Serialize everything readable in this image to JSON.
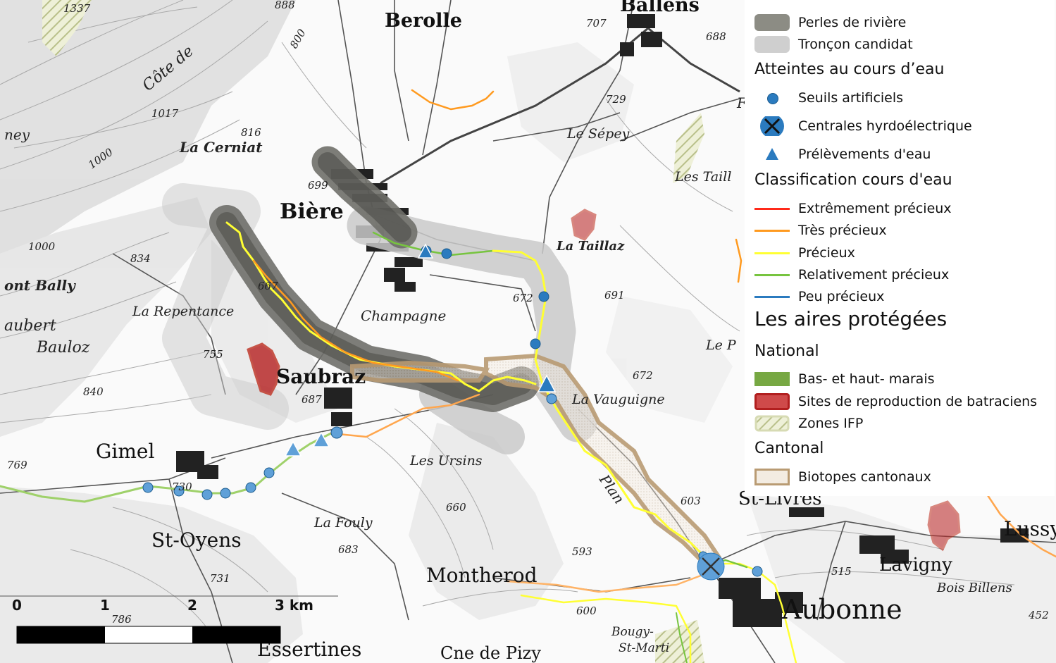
{
  "legend": {
    "items_top": [
      {
        "label": "Perles de rivière",
        "symbol": "dark-band"
      },
      {
        "label": "Tronçon candidat",
        "symbol": "light-band"
      }
    ],
    "atteintes": {
      "title": "Atteintes au cours d’eau",
      "items": [
        {
          "label": "Seuils artificiels",
          "symbol": "blue-dot"
        },
        {
          "label": "Centrales hyrdoélectrique",
          "symbol": "blue-cross-circle"
        },
        {
          "label": "Prélèvements d'eau",
          "symbol": "blue-triangle"
        }
      ]
    },
    "classification": {
      "title": "Classification cours d'eau",
      "items": [
        {
          "label": "Extrêmement précieux",
          "color": "#ff2a1a"
        },
        {
          "label": "Très précieux",
          "color": "#ff9a1f"
        },
        {
          "label": "Précieux",
          "color": "#ffff33"
        },
        {
          "label": "Relativement précieux",
          "color": "#77c43f"
        },
        {
          "label": "Peu précieux",
          "color": "#2b7bbf"
        }
      ]
    },
    "aires": {
      "title": "Les aires protégées",
      "national_title": "National",
      "national_items": [
        {
          "label": "Bas- et haut- marais",
          "symbol": "green-fill"
        },
        {
          "label": "Sites de reproduction de batraciens",
          "symbol": "red-fill"
        },
        {
          "label": "Zones IFP",
          "symbol": "hatched"
        }
      ],
      "cantonal_title": "Cantonal",
      "cantonal_items": [
        {
          "label": "Biotopes cantonaux",
          "symbol": "brown-outline"
        }
      ]
    }
  },
  "places": {
    "berolle": "Berolle",
    "ballens": "Ballens",
    "biere": "Bière",
    "saubraz": "Saubraz",
    "gimel": "Gimel",
    "st_oyens": "St-Oyens",
    "montherod": "Montherod",
    "aubonne": "Aubonne",
    "lavigny": "Lavigny",
    "lussy": "Lussy",
    "st_livres": "St-Livres",
    "essertines": "Essertines",
    "la_cerniat": "La Cerniat",
    "champagne": "Champagne",
    "la_repentance": "La Repentance",
    "bauloz": "Bauloz",
    "aubert": "aubert",
    "mont_bally": "ont Bally",
    "la_taillaz": "La Taillaz",
    "le_sepey": "Le Sépey",
    "les_taill": "Les Taill",
    "la_vauguigne": "La Vauguigne",
    "les_ursins": "Les Ursins",
    "la_fouly": "La Fouly",
    "bougy": "Bougy-",
    "st_martin": "St-Marti",
    "cne_pizy": "Cne de Pizy",
    "bois_billens": "Bois Billens",
    "cote_de": "Côte de",
    "fro": "Fro",
    "le_p": "Le P",
    "ney": "ney",
    "plan": "Plan"
  },
  "elevations": [
    "1337",
    "888",
    "707",
    "688",
    "729",
    "1017",
    "816",
    "1000",
    "1000",
    "699",
    "834",
    "667",
    "672",
    "691",
    "755",
    "840",
    "687",
    "672",
    "769",
    "730",
    "660",
    "683",
    "731",
    "786",
    "593",
    "603",
    "515",
    "452",
    "600",
    "800"
  ],
  "scalebar": {
    "labels": [
      "0",
      "1",
      "2",
      "3 km"
    ]
  }
}
